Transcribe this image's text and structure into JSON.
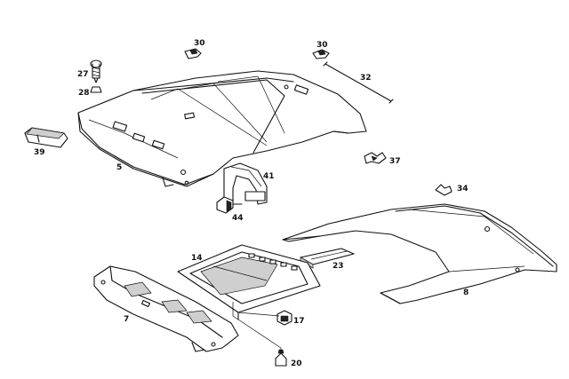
{
  "callouts": {
    "c5": "5",
    "c7": "7",
    "c8": "8",
    "c14": "14",
    "c17": "17",
    "c20": "20",
    "c23": "23",
    "c27": "27",
    "c28": "28",
    "c30a": "30",
    "c30b": "30",
    "c32": "32",
    "c34": "34",
    "c37": "37",
    "c39": "39",
    "c41": "41",
    "c44": "44"
  }
}
